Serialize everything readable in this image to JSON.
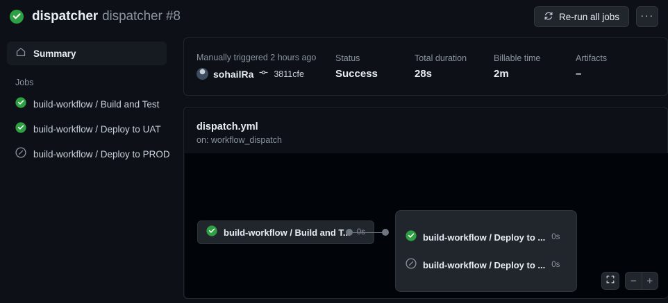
{
  "header": {
    "status_icon": "success-check-icon",
    "repo_name": "dispatcher",
    "run_subtitle": "dispatcher #8",
    "rerun_label": "Re-run all jobs",
    "rerun_icon": "sync-refresh-icon",
    "kebab_label": "···"
  },
  "sidebar": {
    "summary_label": "Summary",
    "summary_icon": "home-icon",
    "jobs_section_label": "Jobs",
    "jobs": [
      {
        "label": "build-workflow / Build and Test",
        "status": "success"
      },
      {
        "label": "build-workflow / Deploy to UAT",
        "status": "success"
      },
      {
        "label": "build-workflow / Deploy to PROD",
        "status": "skipped"
      }
    ]
  },
  "summary": {
    "trigger_text": "Manually triggered 2 hours ago",
    "actor": "sohailRa",
    "commit_sha": "3811cfe",
    "commit_icon": "git-commit-icon",
    "columns": [
      {
        "head": "Status",
        "value": "Success"
      },
      {
        "head": "Total duration",
        "value": "28s"
      },
      {
        "head": "Billable time",
        "value": "2m"
      },
      {
        "head": "Artifacts",
        "value": "–"
      }
    ]
  },
  "graph": {
    "title": "dispatch.yml",
    "subtitle": "on: workflow_dispatch",
    "nodes": [
      {
        "label": "build-workflow / Build and T...",
        "duration": "0s",
        "status": "success"
      }
    ],
    "group_nodes": [
      {
        "label": "build-workflow / Deploy to ...",
        "duration": "0s",
        "status": "success"
      },
      {
        "label": "build-workflow / Deploy to ...",
        "duration": "0s",
        "status": "skipped"
      }
    ],
    "controls": {
      "fit_icon": "fit-to-screen-icon",
      "zoom_out_label": "−",
      "zoom_in_label": "+"
    }
  },
  "colors": {
    "success_green": "#2ea043",
    "skipped_gray": "#8b949e",
    "page_bg": "#0d1117",
    "canvas_bg": "#010409"
  }
}
